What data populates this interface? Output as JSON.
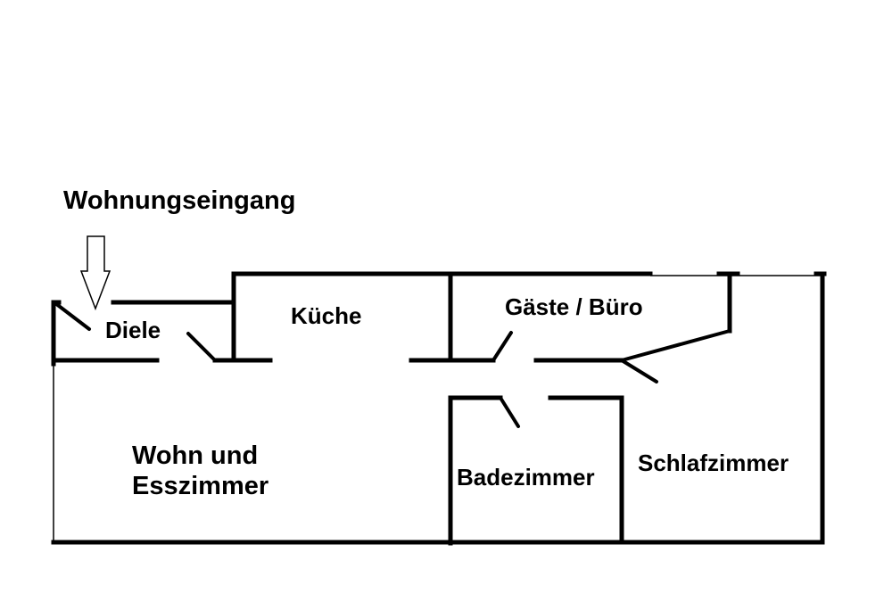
{
  "entrance": {
    "label": "Wohnungseingang",
    "arrow": "down-arrow-icon"
  },
  "rooms": {
    "diele": "Diele",
    "kueche": "Küche",
    "gaeste_buero": "Gäste / Büro",
    "wohn_line1": "Wohn und",
    "wohn_line2": "Esszimmer",
    "badezimmer": "Badezimmer",
    "schlafzimmer": "Schlafzimmer"
  },
  "style": {
    "wall_color": "#000000",
    "background": "#ffffff"
  }
}
